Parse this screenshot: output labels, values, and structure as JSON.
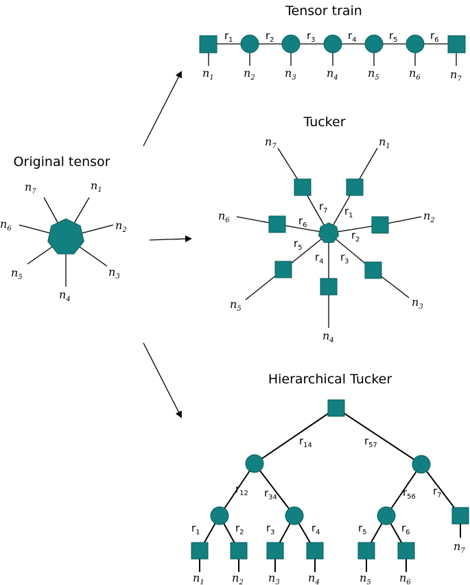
{
  "titles": {
    "tensor_train": "Tensor train",
    "original": "Original tensor",
    "tucker": "Tucker",
    "hierarchical": "Hierarchical Tucker"
  },
  "colors": {
    "node": "#128080",
    "edge": "#000000"
  },
  "original": {
    "modes": [
      {
        "b": "n",
        "s": "1"
      },
      {
        "b": "n",
        "s": "2"
      },
      {
        "b": "n",
        "s": "3"
      },
      {
        "b": "n",
        "s": "4"
      },
      {
        "b": "n",
        "s": "5"
      },
      {
        "b": "n",
        "s": "6"
      },
      {
        "b": "n",
        "s": "7"
      }
    ]
  },
  "tensor_train": {
    "ranks": [
      {
        "b": "r",
        "s": "1"
      },
      {
        "b": "r",
        "s": "2"
      },
      {
        "b": "r",
        "s": "3"
      },
      {
        "b": "r",
        "s": "4"
      },
      {
        "b": "r",
        "s": "5"
      },
      {
        "b": "r",
        "s": "6"
      }
    ],
    "modes": [
      {
        "b": "n",
        "s": "1"
      },
      {
        "b": "n",
        "s": "2"
      },
      {
        "b": "n",
        "s": "3"
      },
      {
        "b": "n",
        "s": "4"
      },
      {
        "b": "n",
        "s": "5"
      },
      {
        "b": "n",
        "s": "6"
      },
      {
        "b": "n",
        "s": "7"
      }
    ]
  },
  "tucker": {
    "ranks": [
      {
        "b": "r",
        "s": "1"
      },
      {
        "b": "r",
        "s": "2"
      },
      {
        "b": "r",
        "s": "3"
      },
      {
        "b": "r",
        "s": "4"
      },
      {
        "b": "r",
        "s": "5"
      },
      {
        "b": "r",
        "s": "6"
      },
      {
        "b": "r",
        "s": "7"
      }
    ],
    "modes": [
      {
        "b": "n",
        "s": "1"
      },
      {
        "b": "n",
        "s": "2"
      },
      {
        "b": "n",
        "s": "3"
      },
      {
        "b": "n",
        "s": "4"
      },
      {
        "b": "n",
        "s": "5"
      },
      {
        "b": "n",
        "s": "6"
      },
      {
        "b": "n",
        "s": "7"
      }
    ]
  },
  "hierarchical": {
    "ranks": {
      "r14": {
        "b": "r",
        "s": "14"
      },
      "r57": {
        "b": "r",
        "s": "57"
      },
      "r12": {
        "b": "r",
        "s": "12"
      },
      "r34": {
        "b": "r",
        "s": "34"
      },
      "r56": {
        "b": "r",
        "s": "56"
      },
      "r7": {
        "b": "r",
        "s": "7"
      },
      "r1": {
        "b": "r",
        "s": "1"
      },
      "r2": {
        "b": "r",
        "s": "2"
      },
      "r3": {
        "b": "r",
        "s": "3"
      },
      "r4": {
        "b": "r",
        "s": "4"
      },
      "r5": {
        "b": "r",
        "s": "5"
      },
      "r6": {
        "b": "r",
        "s": "6"
      }
    },
    "modes": [
      {
        "b": "n",
        "s": "1"
      },
      {
        "b": "n",
        "s": "2"
      },
      {
        "b": "n",
        "s": "3"
      },
      {
        "b": "n",
        "s": "4"
      },
      {
        "b": "n",
        "s": "5"
      },
      {
        "b": "n",
        "s": "6"
      },
      {
        "b": "n",
        "s": "7"
      }
    ]
  }
}
